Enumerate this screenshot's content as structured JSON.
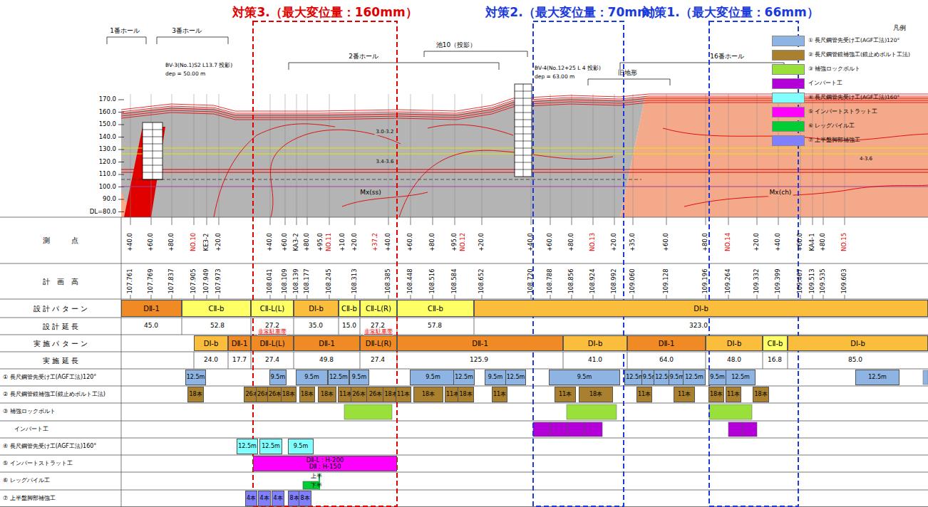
{
  "diagram": {
    "nodes": [
      {
        "text": [
          "DⅡ-1"
        ]
      },
      {
        "text": [
          "CⅡ-b"
        ]
      },
      {
        "text": [
          "CⅡ-L(L)"
        ]
      },
      {
        "text": [
          "DⅠ-b"
        ]
      },
      {
        "text": [
          "CⅡ-b"
        ]
      },
      {
        "text": [
          "CⅡ-L(R)"
        ]
      },
      {
        "text": [
          "CⅡ-b"
        ]
      },
      {
        "text": [
          "DⅠ-b"
        ]
      },
      {
        "text": [
          "DⅠ-b"
        ]
      },
      {
        "text": [
          "DⅡ-1"
        ]
      },
      {
        "text": [
          "非常駐車帯",
          "DⅡ-L(L)"
        ]
      },
      {
        "text": [
          "DⅡ-1"
        ]
      },
      {
        "text": [
          "非常駐車帯",
          "DⅡ-L(R)"
        ]
      },
      {
        "text": [
          "DⅡ-1"
        ]
      },
      {
        "text": [
          "DⅠ-b"
        ]
      },
      {
        "text": [
          "DⅡ-1"
        ]
      },
      {
        "text": [
          "DⅠ-b"
        ]
      },
      {
        "text": [
          "CⅡ-b"
        ]
      },
      {
        "text": [
          "DⅠ-b"
        ]
      },
      {
        "text": [
          "12.5m"
        ]
      },
      {
        "text": [
          "9.5m"
        ]
      },
      {
        "text": [
          "9.5m"
        ]
      },
      {
        "text": [
          "12.5m"
        ]
      },
      {
        "text": [
          "9.5m"
        ]
      },
      {
        "text": [
          "9.5m"
        ]
      },
      {
        "text": [
          "12.5m"
        ]
      },
      {
        "text": [
          "9.5m"
        ]
      },
      {
        "text": [
          "12.5m"
        ]
      },
      {
        "text": [
          "9.5m"
        ]
      },
      {
        "text": [
          "12.5m"
        ]
      },
      {
        "text": [
          "9.5m"
        ]
      },
      {
        "text": [
          "12.5m"
        ]
      },
      {
        "text": [
          "9.5m"
        ]
      },
      {
        "text": [
          "12.5m"
        ]
      },
      {
        "text": [
          "9.5m"
        ]
      },
      {
        "text": [
          "12.5m"
        ]
      },
      {
        "text": [
          "12.5m"
        ]
      },
      {
        "text": [
          "18本"
        ]
      },
      {
        "text": [
          "26本"
        ]
      },
      {
        "text": [
          "26本"
        ]
      },
      {
        "text": [
          "26本"
        ]
      },
      {
        "text": [
          "18本"
        ]
      },
      {
        "text": [
          "18本"
        ]
      },
      {
        "text": [
          "18本"
        ]
      },
      {
        "text": [
          "11本"
        ]
      },
      {
        "text": [
          "26本"
        ]
      },
      {
        "text": [
          "26本"
        ]
      },
      {
        "text": [
          "18本"
        ]
      },
      {
        "text": [
          "11本"
        ]
      },
      {
        "text": [
          "18本"
        ]
      },
      {
        "text": [
          "11本"
        ]
      },
      {
        "text": [
          "18本"
        ]
      },
      {
        "text": [
          "11本"
        ]
      },
      {
        "text": [
          "11本"
        ]
      },
      {
        "text": [
          "18本"
        ]
      },
      {
        "text": [
          "11本"
        ]
      },
      {
        "text": [
          "11本"
        ]
      },
      {
        "text": [
          "18本"
        ]
      },
      {
        "text": [
          "11本"
        ]
      },
      {
        "text": [
          "18本"
        ]
      },
      {
        "text": [
          "12.5m"
        ]
      },
      {
        "text": [
          "12.5m"
        ]
      },
      {
        "text": [
          "9.5m"
        ]
      },
      {
        "text": [
          "DⅡ-L : H-200",
          "DⅡ : H-150"
        ]
      },
      {
        "text": [
          "4本"
        ]
      },
      {
        "text": [
          "4本"
        ]
      },
      {
        "text": [
          "4本"
        ]
      },
      {
        "text": [
          "8本"
        ]
      },
      {
        "text": [
          "8本"
        ]
      }
    ],
    "labels": [
      "対策3.（最大変位量：160mm）",
      "対策2.（最大変位量：70mm）",
      "対策1.（最大変位量：66mm）",
      "凡例",
      "1番ホール",
      "3番ホール",
      "2番ホール",
      "池10（投影）",
      "16番ホール",
      "旧地形",
      "BV-3(No.1)S2 L13.7 投影)",
      "dep = 50.00 m",
      "BV-4(No.12+25 L 4 投影)",
      "dep = 63.00 m",
      "170.0",
      "160.0",
      "150.0",
      "140.0",
      "130.0",
      "120.0",
      "110.0",
      "100.0",
      "90.0",
      "DL=80.0",
      "Mx(ss)",
      "Mx(ch)",
      "3.0-3.2",
      "3.4-3.6",
      "4-3.6",
      "測　　　点",
      "計　画　高",
      "設 計 パ タ ー ン",
      "設 計 延 長",
      "実 施 パ タ ー ン",
      "実 施 延 長",
      "① 長尺鋼管先受け工(AGF工法)120°",
      "② 長尺鋼管鏡補強工(鏡止めボルト工法)",
      "③ 補強ロックボルト",
      "インバート工",
      "④ 長尺鋼管先受け工(AGF工法)160°",
      "⑤ インバートストラット工",
      "⑥ レッグパイル工",
      "⑦ 上半盤脚部補強工",
      "45.0",
      "52.8",
      "27.2",
      "35.0",
      "15.0",
      "27.2",
      "57.8",
      "323.0",
      "24.0",
      "17.7",
      "27.4",
      "49.8",
      "27.4",
      "125.9",
      "41.0",
      "64.0",
      "48.0",
      "16.8",
      "85.0",
      "上半",
      "下半",
      "107.761",
      "+40.0",
      "107.769",
      "+60.0",
      "107.837",
      "+80.0",
      "107.905",
      "NO.10",
      "107.949",
      "KE3-2",
      "107.973",
      "+20.0",
      "108.041",
      "+40.0",
      "108.109",
      "+60.0",
      "108.139",
      "KA3-2",
      "108.177",
      "+80.0",
      "108.245",
      "NO.11",
      "108.313",
      "+20.0",
      "108.385",
      "+40.0",
      "108.448",
      "+60.0",
      "108.516",
      "+80.0",
      "108.584",
      "+95.0",
      "108.652",
      "+20.0",
      "108.720",
      "+40.0",
      "108.788",
      "+60.0",
      "108.856",
      "+80.0",
      "108.924",
      "NO.13",
      "108.992",
      "+20.0",
      "109.060",
      "+35.0",
      "109.128",
      "+60.0",
      "109.196",
      "+80.0",
      "109.264",
      "NO.14",
      "109.332",
      "+20.0",
      "109.399",
      "+40.0",
      "109.467",
      "+60.0",
      "109.513",
      "KA4-1",
      "109.535",
      "+80.0",
      "109.603",
      "NO.15",
      "+95.0",
      "+10.0",
      "+37.2",
      "NO.12"
    ],
    "legend": [
      {
        "text": "① 長尺鋼管先受け工(AGF工法)120°",
        "color": "#8db4e2"
      },
      {
        "text": "② 長尺鋼管鏡補強工(鏡止めボルト工法)",
        "color": "#a8802f"
      },
      {
        "text": "③ 補強ロックボルト",
        "color": "#99e03a"
      },
      {
        "text": "インバート工",
        "color": "#b300d9"
      },
      {
        "text": "④ 長尺鋼管先受け工(AGF工法)160°",
        "color": "#80ffff"
      },
      {
        "text": "⑤ インバートストラット工",
        "color": "#ff00ff"
      },
      {
        "text": "⑥ レッグパイル工",
        "color": "#00cc33"
      },
      {
        "text": "⑦ 上半盤脚部補強工",
        "color": "#8080ff"
      }
    ]
  }
}
